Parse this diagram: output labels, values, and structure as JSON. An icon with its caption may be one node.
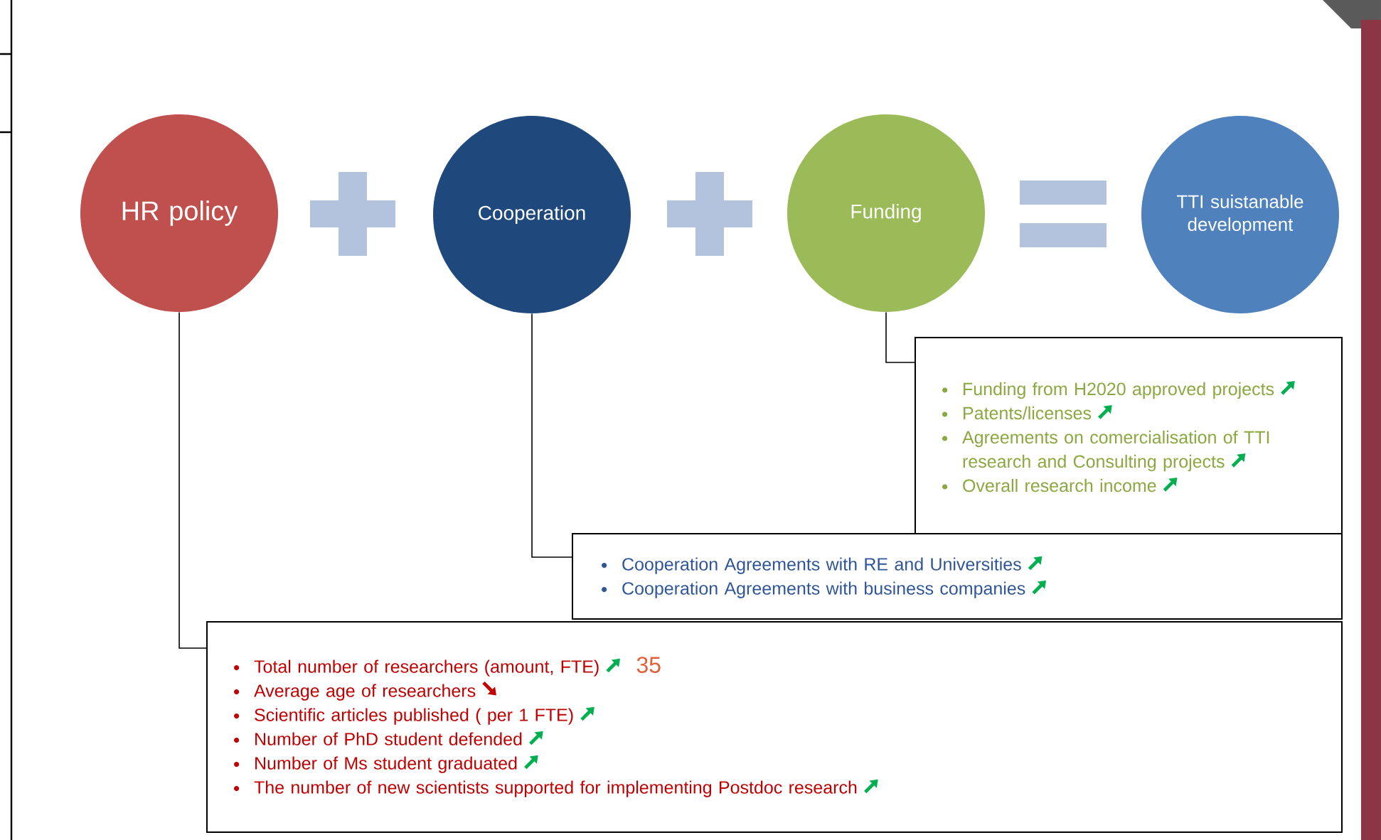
{
  "diagram": {
    "nodes": [
      {
        "text": [
          "HR policy"
        ]
      },
      {
        "text": [
          "Cooperation"
        ]
      },
      {
        "text": [
          "Funding"
        ]
      },
      {
        "text": [
          "TTI suistanable development"
        ]
      },
      {
        "text": [
          "Funding from H2020 approved projects",
          "Patents/licenses",
          "Agreements on comercialisation of TTI research and Consulting projects",
          "Overall research income"
        ]
      },
      {
        "text": [
          "Cooperation Agreements with RE and Universities",
          "Cooperation Agreements with business companies"
        ]
      },
      {
        "text": [
          "Total number of researchers (amount, FTE)",
          "Average age of researchers",
          "Scientific articles published ( per 1 FTE)",
          "Number of PhD student defended",
          "Number of Ms student graduated",
          "The number of new scientists supported for implementing Postdoc research"
        ]
      }
    ],
    "edges": [
      {
        "from": 0,
        "to": 6,
        "arrow": "none"
      },
      {
        "from": 1,
        "to": 5,
        "arrow": "none"
      },
      {
        "from": 2,
        "to": 4,
        "arrow": "none"
      }
    ],
    "labels": [
      "35"
    ]
  }
}
